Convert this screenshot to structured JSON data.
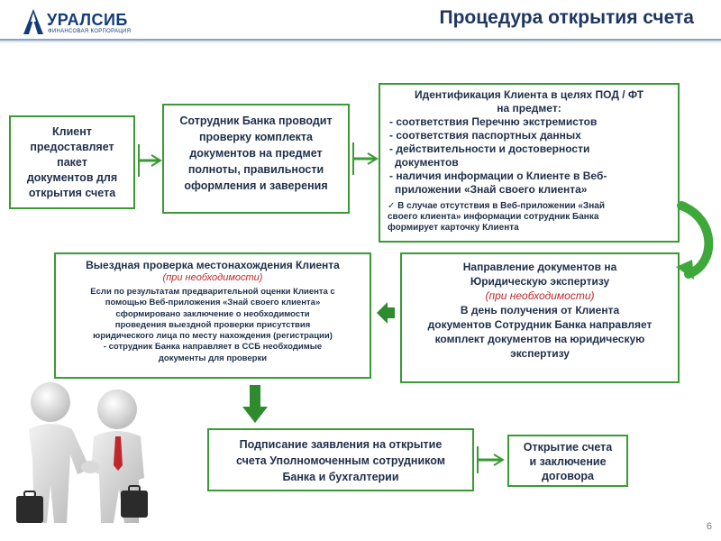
{
  "header": {
    "logo_name": "УРАЛСИБ",
    "logo_sub": "ФИНАНСОВАЯ КОРПОРАЦИЯ",
    "title": "Процедура открытия счета"
  },
  "boxes": {
    "client": {
      "lines": [
        "Клиент",
        "предоставляет",
        "пакет",
        "документов для",
        "открытия счета"
      ]
    },
    "bank_check": {
      "lines": [
        "Сотрудник Банка проводит",
        "проверку комплекта",
        "документов на предмет",
        "полноты, правильности",
        "оформления и заверения"
      ]
    },
    "identification": {
      "title": "Идентификация Клиента в целях ПОД / ФТ",
      "title2": "на предмет:",
      "items": [
        "- соответствия Перечню экстремистов",
        "- соответствия паспортных данных",
        "- действительности и достоверности",
        "документов",
        "- наличия информации о Клиенте в Веб-",
        "приложении «Знай своего клиента»"
      ],
      "note": [
        "В случае отсутствия в Веб-приложении «Знай",
        "своего клиента» информации сотрудник Банка",
        "формирует карточку Клиента"
      ],
      "note_mark": "✓"
    },
    "field_check": {
      "title": "Выездная проверка местонахождения Клиента",
      "sub": "(при необходимости)",
      "lines": [
        "Если по результатам предварительной оценки Клиента с",
        "помощью Веб-приложения «Знай своего клиента»",
        "сформировано заключение о необходимости",
        "проведения выездной проверки присутствия",
        "юридического лица по месту нахождения (регистрации)",
        "- сотрудник Банка направляет в ССБ необходимые",
        "документы для проверки"
      ]
    },
    "legal": {
      "title1": "Направление документов на",
      "title2": "Юридическую экспертизу",
      "sub": "(при необходимости)",
      "lines": [
        "В день получения от Клиента",
        "документов Сотрудник Банка направляет",
        "комплект документов на юридическую",
        "экспертизу"
      ]
    },
    "signing": {
      "lines": [
        "Подписание заявления на открытие",
        "счета Уполномоченным сотрудником",
        "Банка и бухгалтерии"
      ]
    },
    "opening": {
      "lines": [
        "Открытие счета",
        "и заключение",
        "договора"
      ]
    }
  },
  "page_number": "6",
  "colors": {
    "box_border": "#3a9a35",
    "arrow": "#2e8b2e",
    "title": "#1f3760",
    "red_note": "#c0272d"
  }
}
